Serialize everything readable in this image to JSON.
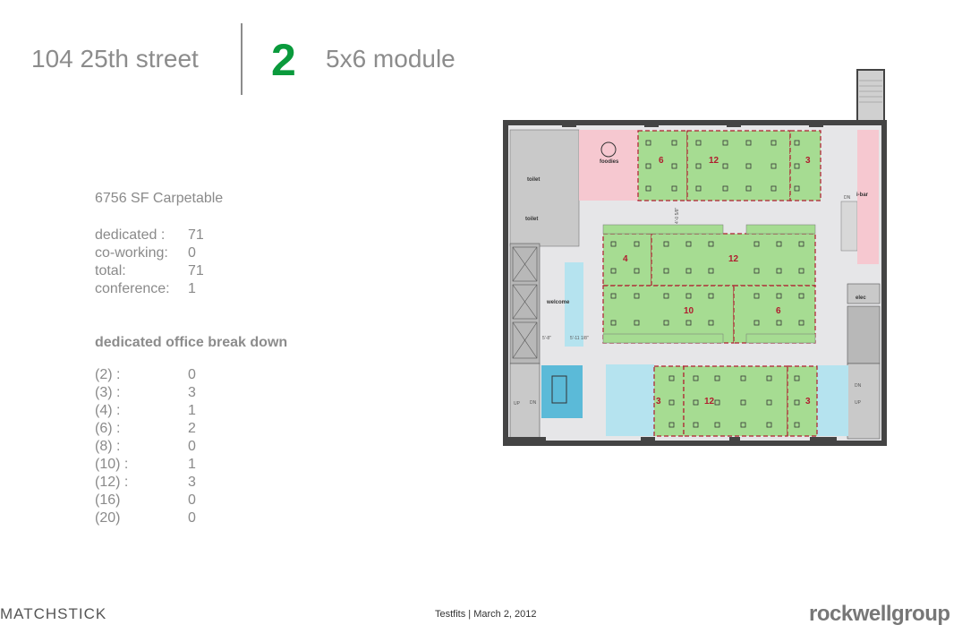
{
  "header": {
    "address": "104 25th street",
    "option_number": "2",
    "module": "5x6 module"
  },
  "summary": {
    "area": "6756 SF Carpetable",
    "stats": [
      {
        "label": "dedicated :",
        "value": "71"
      },
      {
        "label": "co-working:",
        "value": "0"
      },
      {
        "label": "total:",
        "value": "71"
      },
      {
        "label": "conference:",
        "value": "1"
      }
    ]
  },
  "breakdown": {
    "title": "dedicated office break down",
    "rows": [
      {
        "label": "(2) :",
        "value": "0"
      },
      {
        "label": "(3) :",
        "value": "3"
      },
      {
        "label": "(4) :",
        "value": "1"
      },
      {
        "label": "(6) :",
        "value": "2"
      },
      {
        "label": "(8) :",
        "value": "0"
      },
      {
        "label": "(10) :",
        "value": "1"
      },
      {
        "label": "(12) :",
        "value": "3"
      },
      {
        "label": "(16)",
        "value": "0"
      },
      {
        "label": "(20)",
        "value": "0"
      }
    ]
  },
  "plan": {
    "labels": {
      "foodies": "foodies",
      "toilet1": "toilet",
      "toilet2": "toilet",
      "welcome": "welcome",
      "ibar": "i-bar",
      "elec": "elec",
      "dn": "DN",
      "up": "UP"
    },
    "dims": {
      "d1": "5'-8\"",
      "d2": "5'-11 1/8\"",
      "d3": "4'-0 5/8\""
    },
    "offices": [
      "6",
      "12",
      "3",
      "4",
      "12",
      "10",
      "6",
      "3",
      "12",
      "3"
    ],
    "colors": {
      "office": "#a6dc92",
      "office_border": "#b01c2e",
      "social": "#f6c8d0",
      "meeting": "#b5e3ef",
      "conference": "#5bbad8",
      "core": "#c9c9c9",
      "floor": "#e6e6e8",
      "wall": "#444444"
    }
  },
  "footer": {
    "left_logo": "MATCHSTICK",
    "text": "Testfits | March 2, 2012",
    "right_logo": "rockwellgroup"
  }
}
